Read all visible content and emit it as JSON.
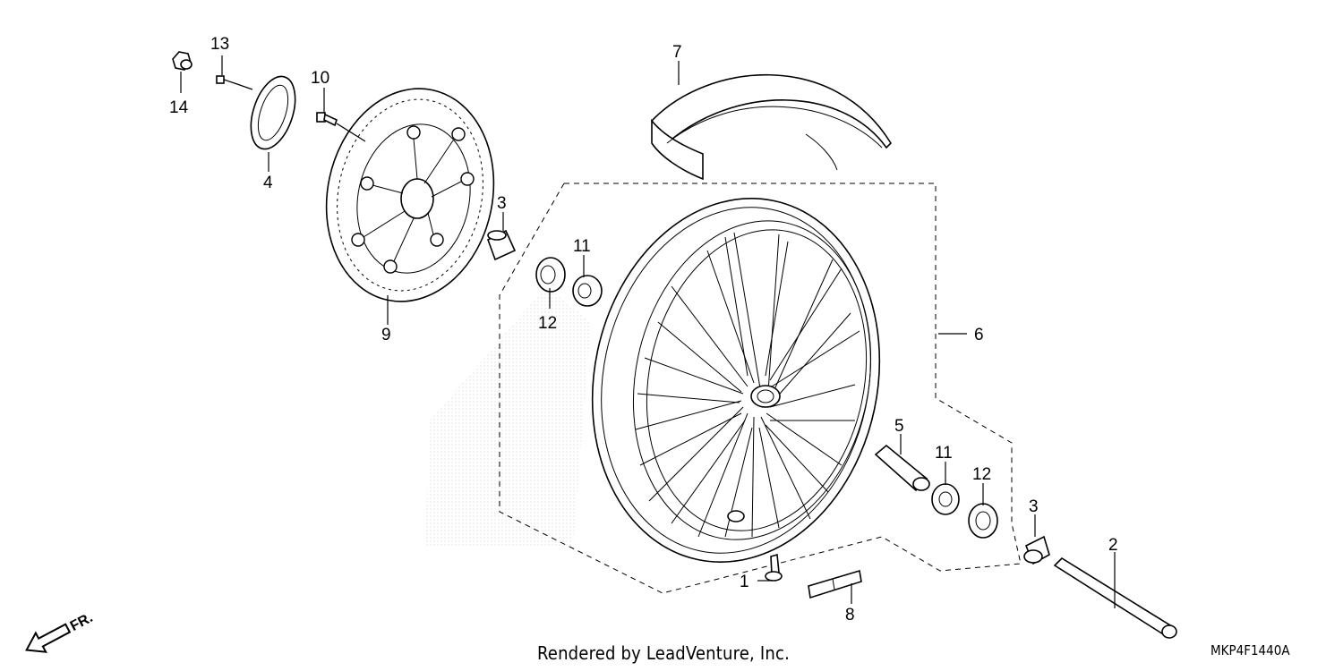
{
  "diagram": {
    "callouts": {
      "c1": "1",
      "c2": "2",
      "c3a": "3",
      "c3b": "3",
      "c4": "4",
      "c5": "5",
      "c6": "6",
      "c7": "7",
      "c8": "8",
      "c9": "9",
      "c10": "10",
      "c11a": "11",
      "c11b": "11",
      "c12a": "12",
      "c12b": "12",
      "c13": "13",
      "c14": "14"
    },
    "direction_label": "FR.",
    "credit": "Rendered by LeadVenture, Inc.",
    "diagram_code": "MKP4F1440A"
  }
}
